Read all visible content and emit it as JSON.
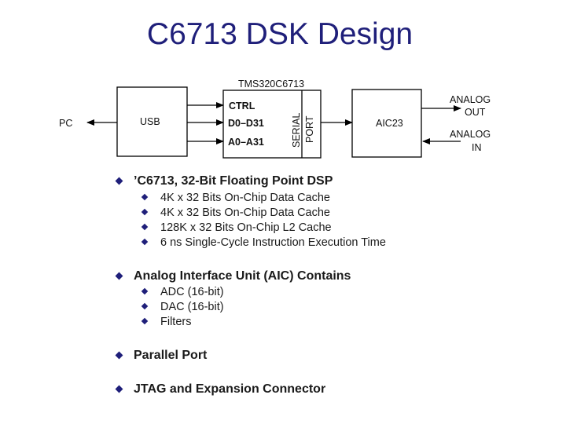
{
  "title": "C6713 DSK Design",
  "diagram": {
    "chip_label": "TMS320C6713",
    "pc": "PC",
    "usb": "USB",
    "ctrl": "CTRL",
    "data_bus": "D0–D31",
    "addr_bus": "A0–A31",
    "serial_port_line1": "SERIAL",
    "serial_port_line2": "PORT",
    "aic": "AIC23",
    "analog_out_line1": "ANALOG",
    "analog_out_line2": "OUT",
    "analog_in_line1": "ANALOG",
    "analog_in_line2": "IN"
  },
  "bullets": [
    {
      "text": "’C6713, 32-Bit Floating Point DSP",
      "sub": [
        "4K x 32 Bits On-Chip Data Cache",
        "4K x 32 Bits On-Chip Data Cache",
        "128K x 32 Bits On-Chip L2 Cache",
        "6 ns Single-Cycle Instruction Execution Time"
      ]
    },
    {
      "text": "Analog Interface Unit (AIC) Contains",
      "sub": [
        "ADC (16-bit)",
        "DAC (16-bit)",
        "Filters"
      ]
    },
    {
      "text": "Parallel Port",
      "sub": []
    },
    {
      "text": "JTAG and Expansion Connector",
      "sub": []
    }
  ],
  "colors": {
    "title": "#1f1f7a",
    "bullet": "#1f1f7a"
  }
}
